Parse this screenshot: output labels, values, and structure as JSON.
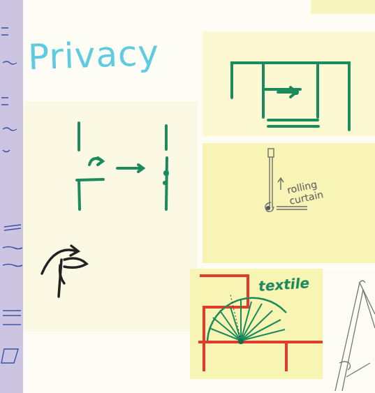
{
  "diagram": {
    "title": "Privacy",
    "labels": [
      "rolling curtain",
      "textile"
    ]
  }
}
